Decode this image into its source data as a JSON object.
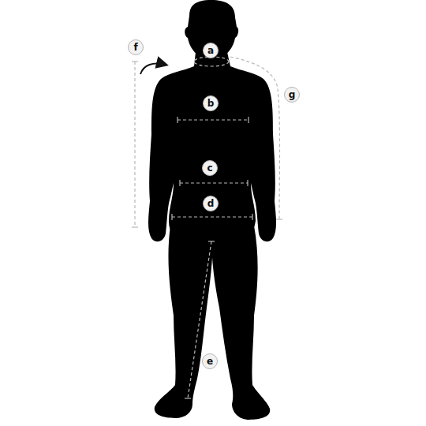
{
  "diagram": {
    "nodes": [
      {
        "text": [
          "f"
        ]
      },
      {
        "text": [
          "a"
        ]
      },
      {
        "text": [
          "g"
        ]
      },
      {
        "text": [
          "b"
        ]
      },
      {
        "text": [
          "c"
        ]
      },
      {
        "text": [
          "d"
        ]
      },
      {
        "text": [
          "e"
        ]
      }
    ]
  }
}
